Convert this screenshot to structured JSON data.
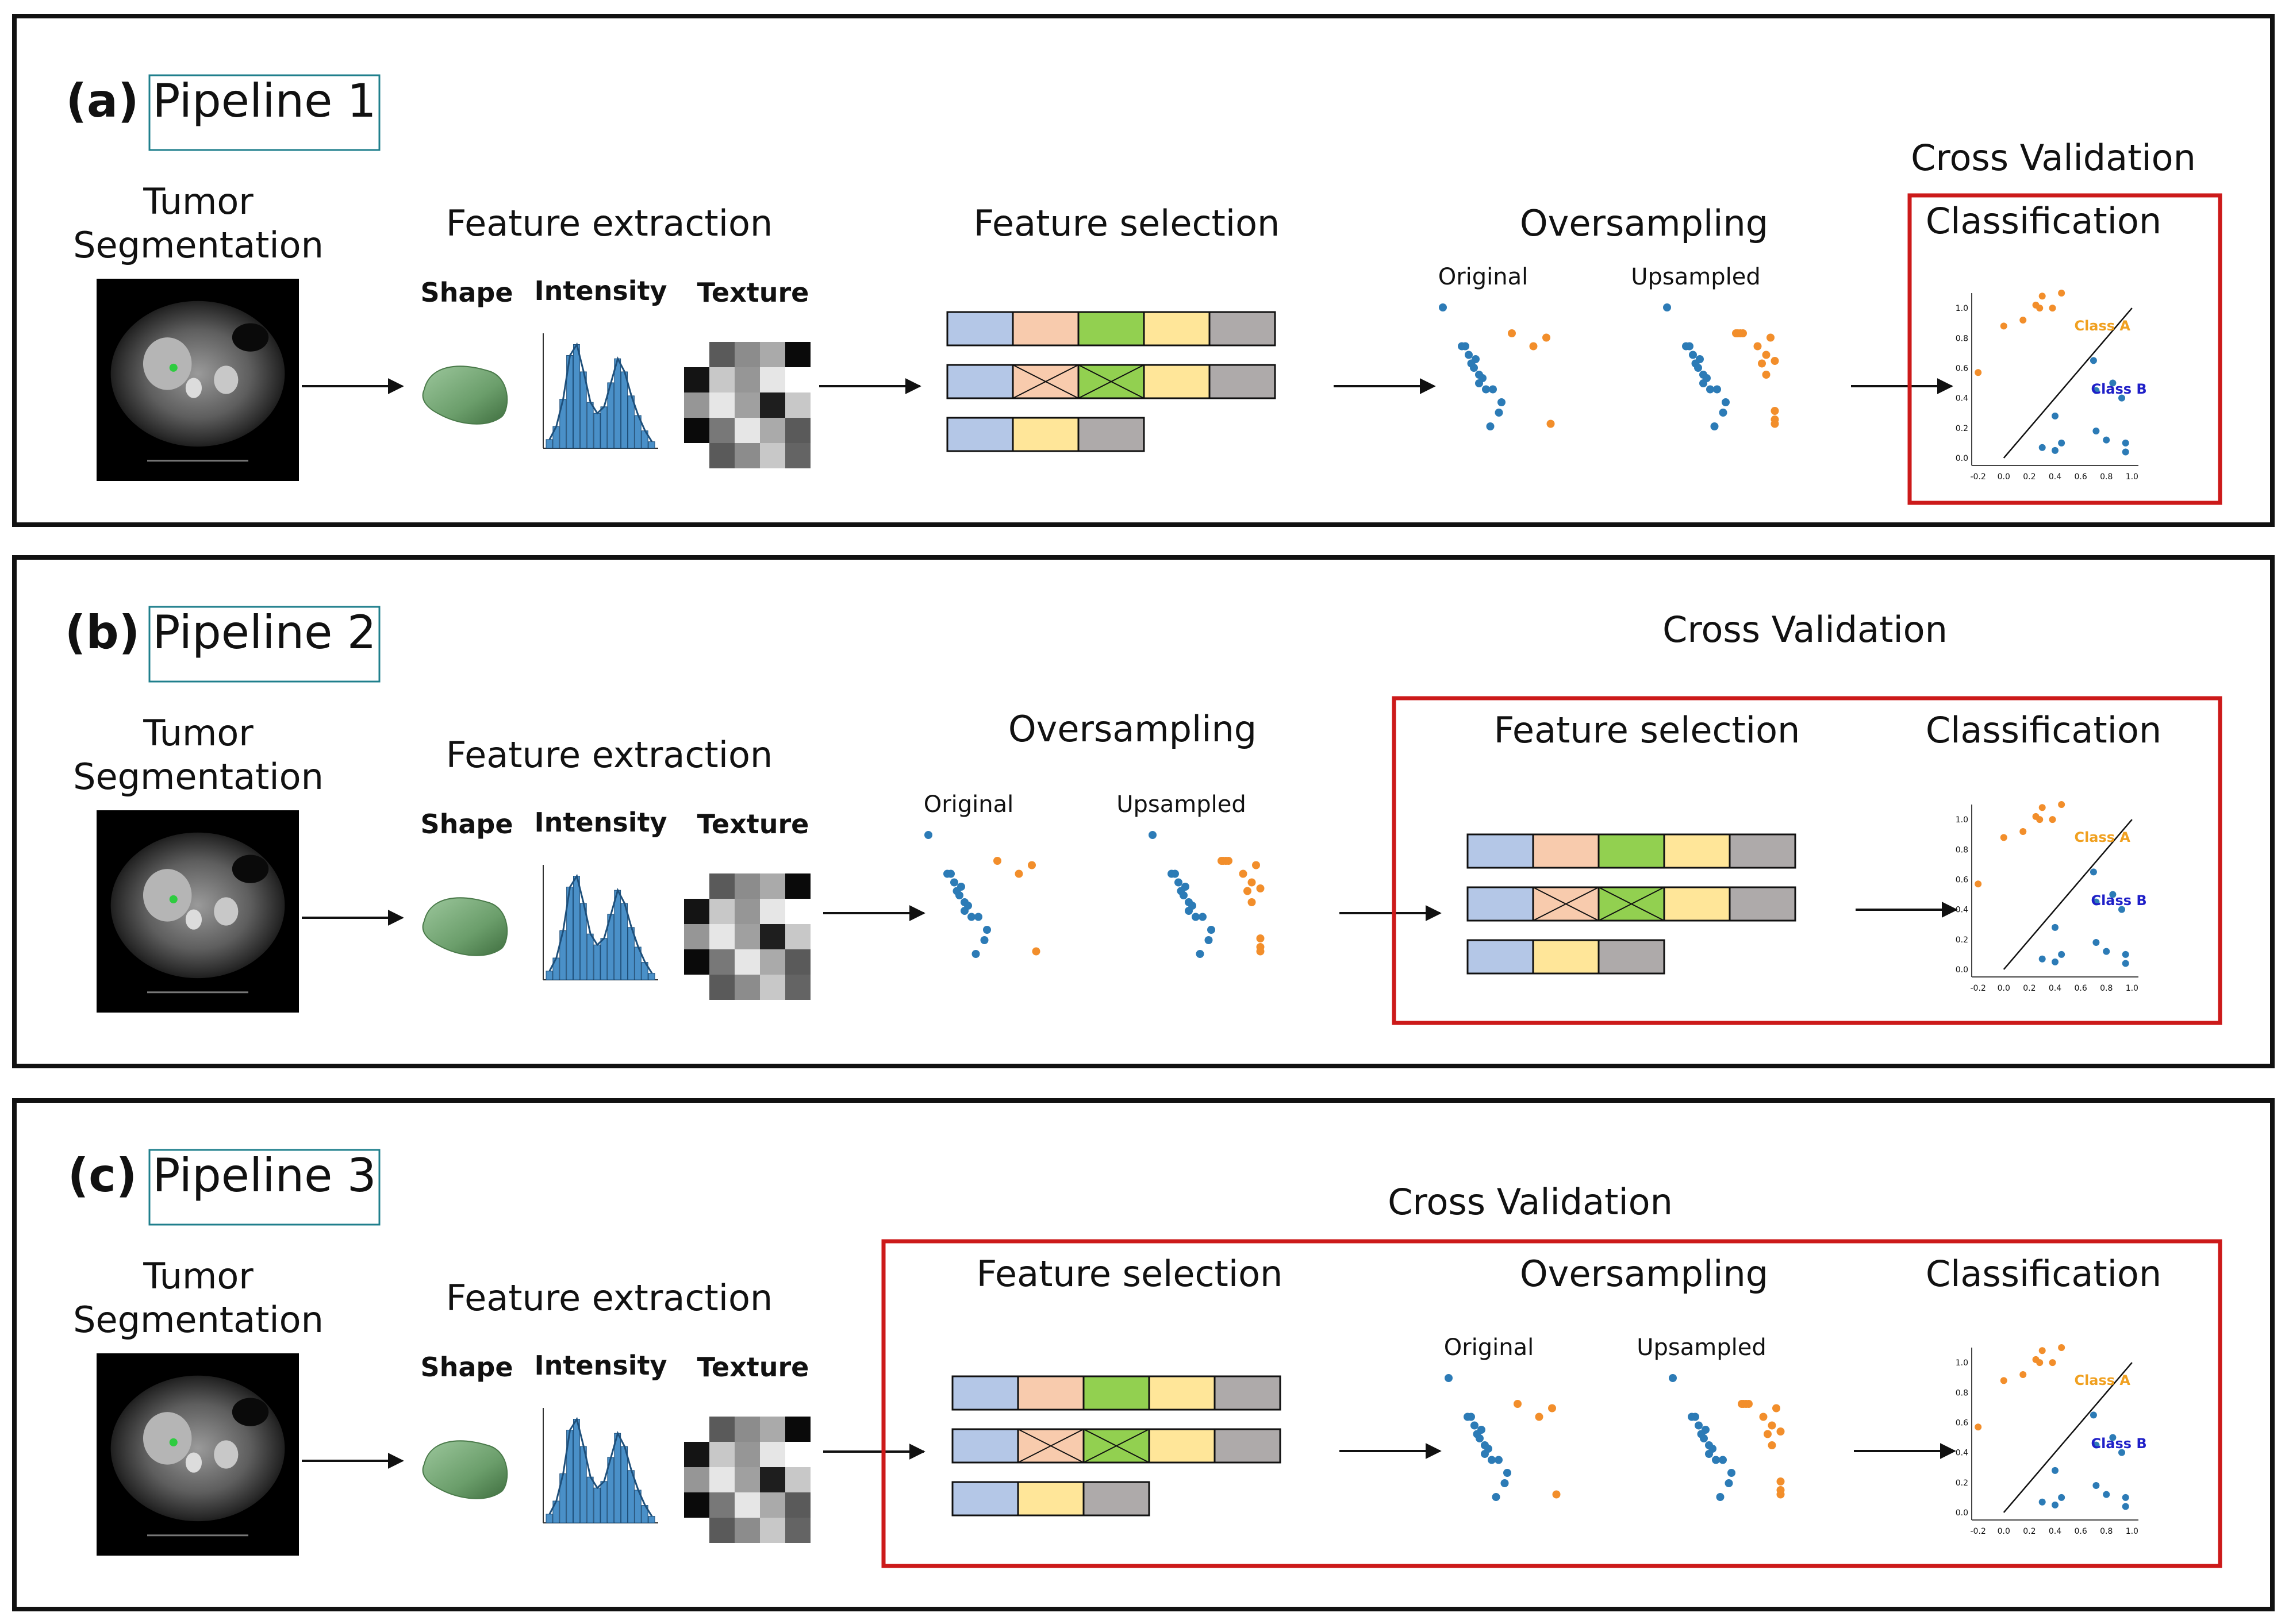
{
  "panels": [
    {
      "letter": "(a)",
      "pipeline": "Pipeline 1",
      "stage_titles": {
        "tumor_line1": "Tumor",
        "tumor_line2": "Segmentation",
        "feature_extraction": "Feature extraction",
        "feature_selection": "Feature selection",
        "oversampling": "Oversampling",
        "classification": "Classification"
      },
      "cross_validation": "Cross Validation",
      "feature_labels": [
        "Shape",
        "Intensity",
        "Texture"
      ],
      "scatter_labels": [
        "Original",
        "Upsampled"
      ],
      "classes": [
        "Class A",
        "Class B"
      ]
    },
    {
      "letter": "(b)",
      "pipeline": "Pipeline 2",
      "stage_titles": {
        "tumor_line1": "Tumor",
        "tumor_line2": "Segmentation",
        "feature_extraction": "Feature extraction",
        "oversampling": "Oversampling",
        "feature_selection": "Feature selection",
        "classification": "Classification"
      },
      "cross_validation": "Cross Validation",
      "feature_labels": [
        "Shape",
        "Intensity",
        "Texture"
      ],
      "scatter_labels": [
        "Original",
        "Upsampled"
      ],
      "classes": [
        "Class A",
        "Class B"
      ]
    },
    {
      "letter": "(c)",
      "pipeline": "Pipeline 3",
      "stage_titles": {
        "tumor_line1": "Tumor",
        "tumor_line2": "Segmentation",
        "feature_extraction": "Feature extraction",
        "feature_selection": "Feature selection",
        "oversampling": "Oversampling",
        "classification": "Classification"
      },
      "cross_validation": "Cross Validation",
      "feature_labels": [
        "Shape",
        "Intensity",
        "Texture"
      ],
      "scatter_labels": [
        "Original",
        "Upsampled"
      ],
      "classes": [
        "Class A",
        "Class B"
      ]
    }
  ],
  "classifier_ticks": {
    "x": [
      "-0.2",
      "0.0",
      "0.2",
      "0.4",
      "0.6",
      "0.8",
      "1.0"
    ],
    "y": [
      "0.0",
      "0.2",
      "0.4",
      "0.6",
      "0.8",
      "1.0"
    ]
  },
  "colors": {
    "blue": "#2c7bb6",
    "orange": "#f28e2b",
    "cv_border": "#cc1a1a",
    "pipeline_border": "#1f7f8c",
    "class_a_text": "#f0a020",
    "class_b_text": "#1f1fc8",
    "bar_blue": "#b4c7e7",
    "bar_salmon": "#f8cbad",
    "bar_green": "#92d050",
    "bar_yellow": "#ffe699",
    "bar_gray": "#aeaaaa",
    "tumor_green": "#6b9e6b"
  }
}
